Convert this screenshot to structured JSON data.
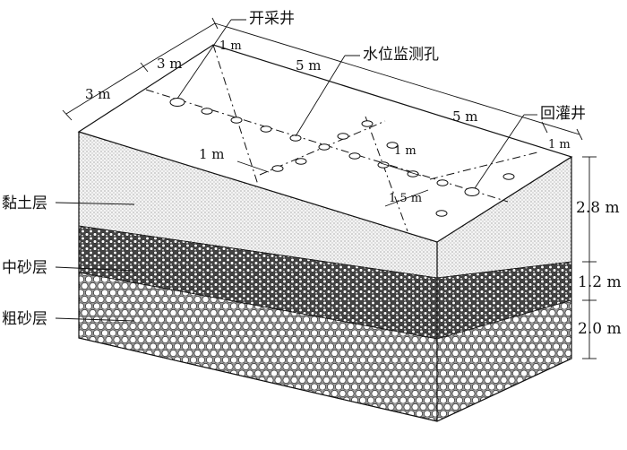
{
  "labels": {
    "production_well": "开采井",
    "monitoring_hole": "水位监测孔",
    "recharge_well": "回灌井",
    "clay_layer": "黏土层",
    "medium_sand_layer": "中砂层",
    "coarse_sand_layer": "粗砂层"
  },
  "dimensions": {
    "depth_clay": "2.8 m",
    "depth_medium_sand": "1.2 m",
    "depth_coarse_sand": "2.0 m",
    "width_left_3m_a": "3 m",
    "width_left_3m_b": "3 m",
    "top_1m_left": "1 m",
    "top_5m_left": "5 m",
    "top_5m_right": "5 m",
    "top_1m_right": "1 m",
    "inner_1m_left": "1 m",
    "inner_1m_right": "1 m",
    "inner_1_5m": "1.5 m"
  },
  "colors": {
    "line": "#111111",
    "clay_fill": "#f2f2f2",
    "sand_fill": "#d8d8d8",
    "background": "#ffffff"
  }
}
